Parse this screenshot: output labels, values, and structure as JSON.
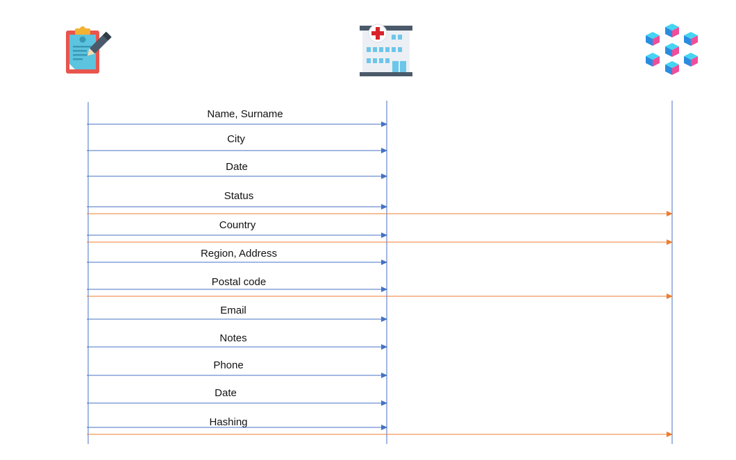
{
  "participants": [
    {
      "id": "form",
      "icon": "clipboard-form-icon"
    },
    {
      "id": "hospital",
      "icon": "hospital-building-icon"
    },
    {
      "id": "blockchain",
      "icon": "blockchain-cubes-icon"
    }
  ],
  "colors": {
    "lifeline": "#4472C4",
    "to_hospital": "#4472C4",
    "to_blockchain": "#ED7D31",
    "text": "#111111"
  },
  "messages": [
    {
      "label": "Name, Surname",
      "to_blockchain": false
    },
    {
      "label": "City",
      "to_blockchain": false
    },
    {
      "label": "Date",
      "to_blockchain": false
    },
    {
      "label": "Status",
      "to_blockchain": true
    },
    {
      "label": "Country",
      "to_blockchain": true
    },
    {
      "label": "Region, Address",
      "to_blockchain": false
    },
    {
      "label": "Postal code",
      "to_blockchain": true
    },
    {
      "label": "Email",
      "to_blockchain": false
    },
    {
      "label": "Notes",
      "to_blockchain": false
    },
    {
      "label": "Phone",
      "to_blockchain": false
    },
    {
      "label": "Date",
      "to_blockchain": false
    },
    {
      "label": "Hashing",
      "to_blockchain": true
    }
  ]
}
